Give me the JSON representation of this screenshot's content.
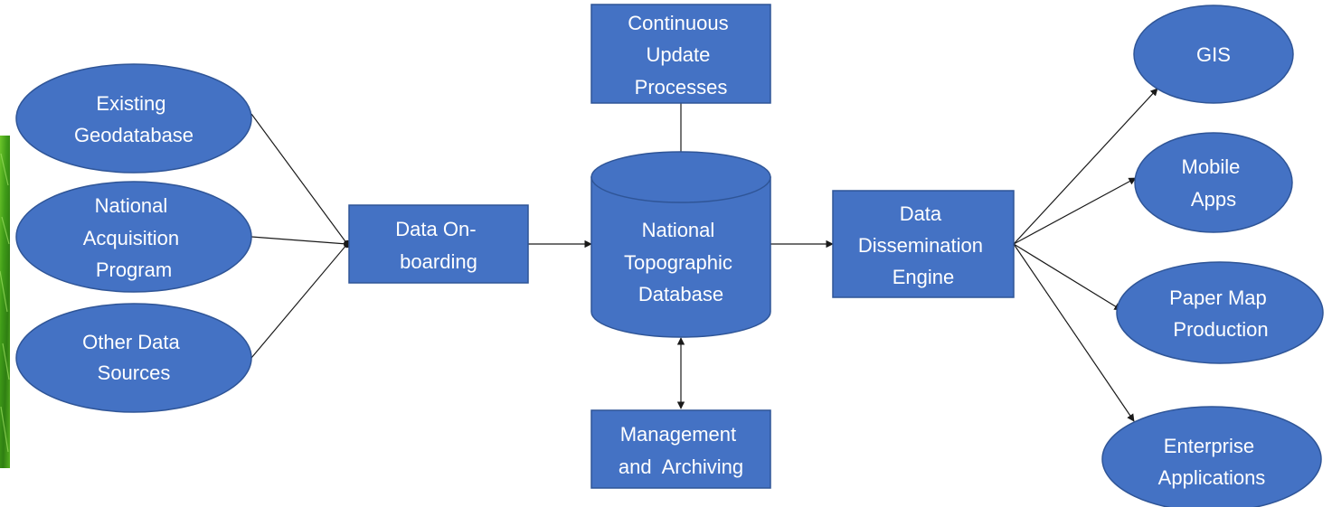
{
  "colors": {
    "node_fill": "#4472c4",
    "node_stroke": "#2f5597",
    "edge": "#1a1a1a",
    "side_image_green": "#3f9b18"
  },
  "sources": {
    "existing_geodatabase": [
      "Existing",
      "Geodatabase"
    ],
    "national_acquisition_program": [
      "National",
      "Acquisition",
      "Program"
    ],
    "other_data_sources": [
      "Other Data",
      "Sources"
    ]
  },
  "process": {
    "data_onboarding": [
      "Data On-",
      "boarding"
    ],
    "continuous_update": [
      "Continuous",
      "Update",
      "Processes"
    ],
    "national_topographic_database": [
      "National",
      "Topographic",
      "Database"
    ],
    "management_archiving": [
      "Management",
      "and  Archiving"
    ],
    "data_dissemination_engine": [
      "Data",
      "Dissemination",
      "Engine"
    ]
  },
  "outputs": {
    "gis": [
      "GIS"
    ],
    "mobile_apps": [
      "Mobile",
      "Apps"
    ],
    "paper_map_production": [
      "Paper Map",
      "Production"
    ],
    "enterprise_applications": [
      "Enterprise",
      "Applications"
    ]
  }
}
